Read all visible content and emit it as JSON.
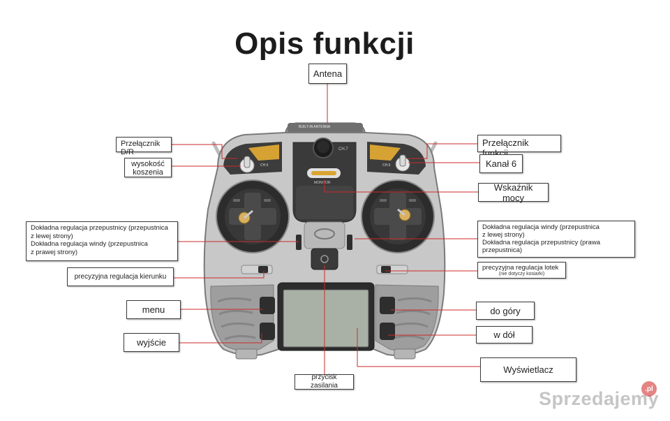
{
  "title": "Opis funkcji",
  "labels": {
    "antena": "Antena",
    "dr_switch": "Przełącznik D/R",
    "wysokosc_1": "wysokość",
    "wysokosc_2": "koszenia",
    "left_trim_1": "Dokładna regulacja przepustnicy (przepustnica",
    "left_trim_2": "z lewej strony)",
    "left_trim_3": "Dokładna regulacja windy (przepustnica",
    "left_trim_4": "z prawej strony)",
    "kierunek": "precyzyjna regulacja kierunku",
    "menu": "menu",
    "wyjscie": "wyjście",
    "zasilanie": "przycisk zasilania",
    "function_switch": "Przełącznik funkcji",
    "kanal6": "Kanał 6",
    "wskaznik": "Wskaźnik mocy",
    "right_trim_1": "Dokładna regulacja windy (przepustnica",
    "right_trim_2": "z lewej strony)",
    "right_trim_3": "Dokładna regulacja przepustnicy (prawa",
    "right_trim_4": "przepustnica)",
    "lotek": "precyzyjna regulacja lotek",
    "lotek_note": "(nie dotyczy kosiarki)",
    "do_gory": "do góry",
    "w_dol": "w dół",
    "wyswietlacz": "Wyświetlacz"
  },
  "device": {
    "antenna_text": "BUILT-IN ANTENNA",
    "monitor_text": "MONITOR",
    "ch7_text": "CH.7",
    "ch5_text": "CH.5",
    "ch6_text": "CH.6"
  },
  "colors": {
    "line": "#cc2a2a",
    "body": "#c9c9c9",
    "body_dark": "#7c7c7c",
    "plate": "#333333",
    "accent": "#d9a531",
    "screen": "#a9b1a6"
  },
  "watermark": {
    "text": "Sprzedajemy",
    "badge": ".pl"
  }
}
